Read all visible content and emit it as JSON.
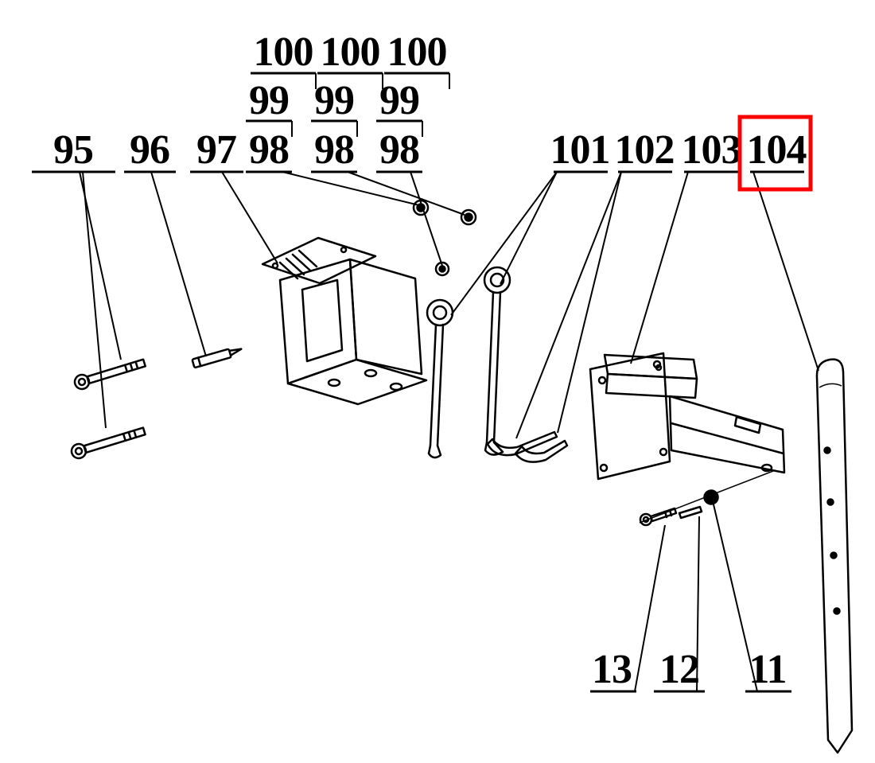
{
  "diagram": {
    "background_color": "#ffffff",
    "line_color": "#000000",
    "highlight": {
      "part_label": "104",
      "color": "#fe0000"
    },
    "callouts": {
      "p95": "95",
      "p96": "96",
      "p97": "97",
      "p98a": "98",
      "p98b": "98",
      "p98c": "98",
      "p99a": "99",
      "p99b": "99",
      "p99c": "99",
      "p100a": "100",
      "p100b": "100",
      "p100c": "100",
      "p101": "101",
      "p102": "102",
      "p103": "103",
      "p104": "104",
      "p11": "11",
      "p12": "12",
      "p13": "13"
    }
  }
}
